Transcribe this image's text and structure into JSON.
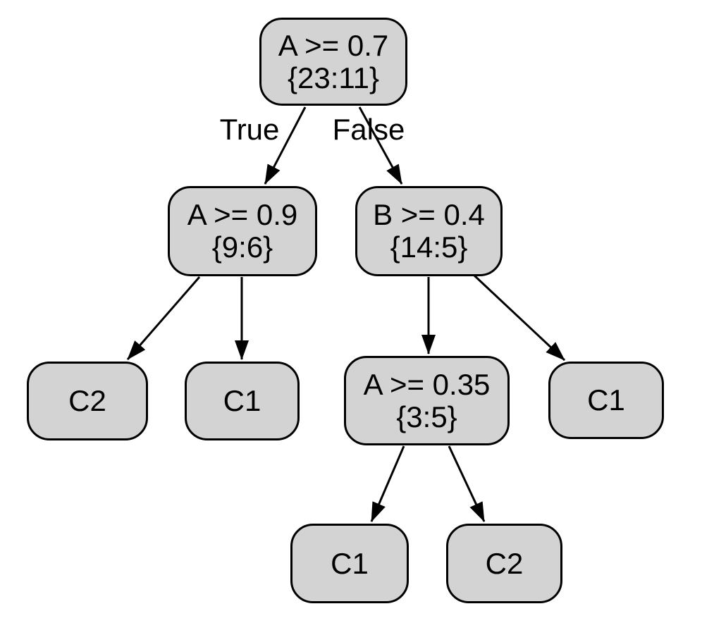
{
  "diagram": {
    "type": "decision-tree",
    "colors": {
      "background": "#ffffff",
      "node_fill": "#d3d3d3",
      "node_stroke": "#000000",
      "edge": "#000000",
      "text": "#000000"
    },
    "nodes": [
      {
        "id": "root",
        "label": "A >= 0.7",
        "sublabel": "{23:11}"
      },
      {
        "id": "a09",
        "label": "A >= 0.9",
        "sublabel": "{9:6}"
      },
      {
        "id": "b04",
        "label": "B >= 0.4",
        "sublabel": "{14:5}"
      },
      {
        "id": "c2-left",
        "label": "C2",
        "sublabel": ""
      },
      {
        "id": "c1-left",
        "label": "C1",
        "sublabel": ""
      },
      {
        "id": "a035",
        "label": "A >= 0.35",
        "sublabel": "{3:5}"
      },
      {
        "id": "c1-right",
        "label": "C1",
        "sublabel": ""
      },
      {
        "id": "c1-bottom",
        "label": "C1",
        "sublabel": ""
      },
      {
        "id": "c2-bottom",
        "label": "C2",
        "sublabel": ""
      }
    ],
    "edges": [
      {
        "from": "root",
        "to": "a09",
        "label": "True"
      },
      {
        "from": "root",
        "to": "b04",
        "label": "False"
      },
      {
        "from": "a09",
        "to": "c2-left",
        "label": ""
      },
      {
        "from": "a09",
        "to": "c1-left",
        "label": ""
      },
      {
        "from": "b04",
        "to": "a035",
        "label": ""
      },
      {
        "from": "b04",
        "to": "c1-right",
        "label": ""
      },
      {
        "from": "a035",
        "to": "c1-bottom",
        "label": ""
      },
      {
        "from": "a035",
        "to": "c2-bottom",
        "label": ""
      }
    ]
  }
}
